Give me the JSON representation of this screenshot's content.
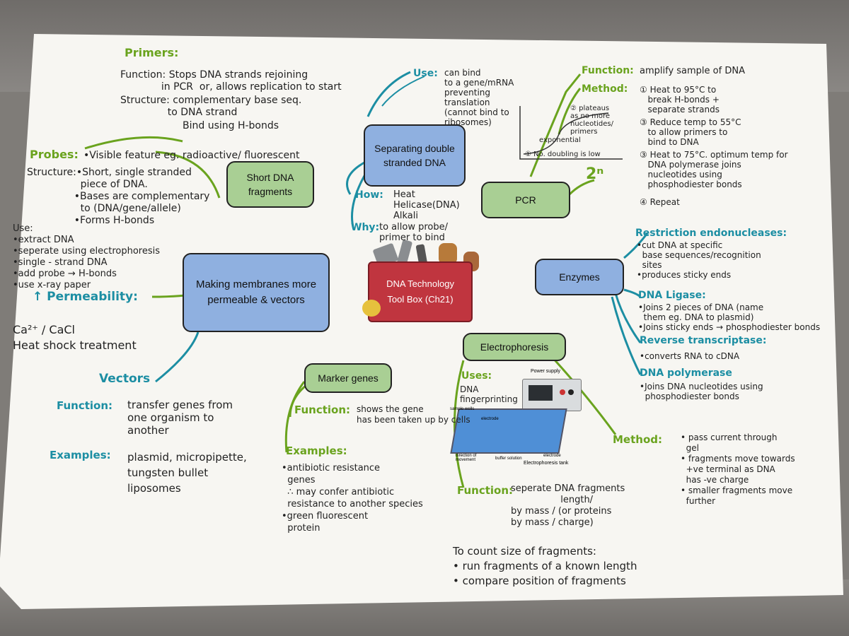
{
  "central": {
    "line1": "DNA Technology",
    "line2": "Tool Box (Ch21)"
  },
  "boxes": {
    "separating": "Separating double stranded DNA",
    "short_dna": "Short DNA fragments",
    "pcr": "PCR",
    "making_membranes": "Making membranes more permeable & vectors",
    "enzymes": "Enzymes",
    "electrophoresis": "Electrophoresis",
    "marker_genes": "Marker genes"
  },
  "primers": {
    "heading": "Primers:",
    "function": "Function: Stops DNA strands rejoining\n             in PCR  or, allows replication to start",
    "structure": "Structure: complementary base seq.\n               to DNA strand",
    "bind": "Bind using H-bonds"
  },
  "probes": {
    "heading": "Probes:",
    "visible": "•Visible feature eg. radioactive/ fluorescent",
    "structure": "Structure:•Short, single stranded\n                 piece of DNA.\n               •Bases are complementary\n                 to (DNA/gene/allele)\n               •Forms H-bonds"
  },
  "use_left": "Use:\n•extract DNA\n•seperate using electrophoresis\n•single - strand DNA\n•add probe → H-bonds\n•use x-ray paper",
  "permeability": "↑ Permeability:",
  "cacl": "Ca²⁺ / CaCl\nHeat shock treatment",
  "vectors": {
    "heading": "Vectors",
    "function_label": "Function:",
    "function_text": "transfer genes from\none organism to\nanother",
    "examples_label": "Examples:",
    "examples_text": "plasmid, micropipette,\ntungsten bullet\nliposomes"
  },
  "separating_notes": {
    "use_label": "Use:",
    "use_text": "can bind\nto a gene/mRNA\npreventing\ntranslation\n(cannot bind to\nribosomes)",
    "how_label": "How:",
    "how_text": "Heat\nHelicase(DNA)\nAlkali",
    "why_label": "Why:",
    "why_text": "to allow probe/\nprimer to bind"
  },
  "pcr_notes": {
    "function_label": "Function:",
    "function_text": "amplify sample of DNA",
    "method_label": "Method:",
    "step1": "① Heat to 95°C to\n   break H-bonds +\n   separate strands",
    "step2": "③ Reduce temp to 55°C\n   to allow primers to\n   bind to DNA",
    "step3": "③ Heat to 75°C. optimum temp for\n   DNA polymerase joins\n   nucleotides using\n   phosphodiester bonds",
    "step4": "④ Repeat",
    "graph_plateau": "② plateaus\nas no more\nnucleotides/\nprimers",
    "graph_exp": "exponential",
    "graph_low": "① No. doubling is low",
    "two_n": "2ⁿ"
  },
  "enzymes_notes": {
    "restriction_label": "Restriction endonucleases:",
    "restriction_text": "•cut DNA at specific\n  base sequences/recognition\n  sites\n•produces sticky ends",
    "ligase_label": "DNA Ligase:",
    "ligase_text": "•Joins 2 pieces of DNA (name\n  them eg. DNA to plasmid)\n•Joins sticky ends → phosphodiester bonds",
    "rt_label": "Reverse transcriptase:",
    "rt_text": "•converts RNA to cDNA",
    "pol_label": "DNA polymerase",
    "pol_text": "•Joins DNA nucleotides using\n  phosphodiester bonds"
  },
  "electro_notes": {
    "uses_label": "Uses:",
    "uses_text": "DNA\nfingerprinting",
    "method_label": "Method:",
    "method_text": "• pass current through\n  gel\n• fragments move towards\n  +ve terminal as DNA\n  has -ve charge\n• smaller fragments move\n  further",
    "function_label": "Function:",
    "function_text": "seperate DNA fragments\n                 length/\nby mass / (or proteins\nby mass / charge)",
    "count_text": "To count size of fragments:\n• run fragments of a known length\n• compare position of fragments",
    "apparatus": {
      "power": "Power supply",
      "sample": "sample wells",
      "electrode1": "electrode",
      "electrode2": "electrode",
      "direction": "direction of movement",
      "buffer": "buffer solution",
      "tank": "Electrophoresis tank"
    }
  },
  "marker_notes": {
    "function_label": "Function:",
    "function_text": "shows the gene\nhas been taken up by cells",
    "examples_label": "Examples:",
    "examples_text": "•antibiotic resistance\n  genes\n  ∴ may confer antibiotic\n  resistance to another species\n•green fluorescent\n  protein"
  }
}
